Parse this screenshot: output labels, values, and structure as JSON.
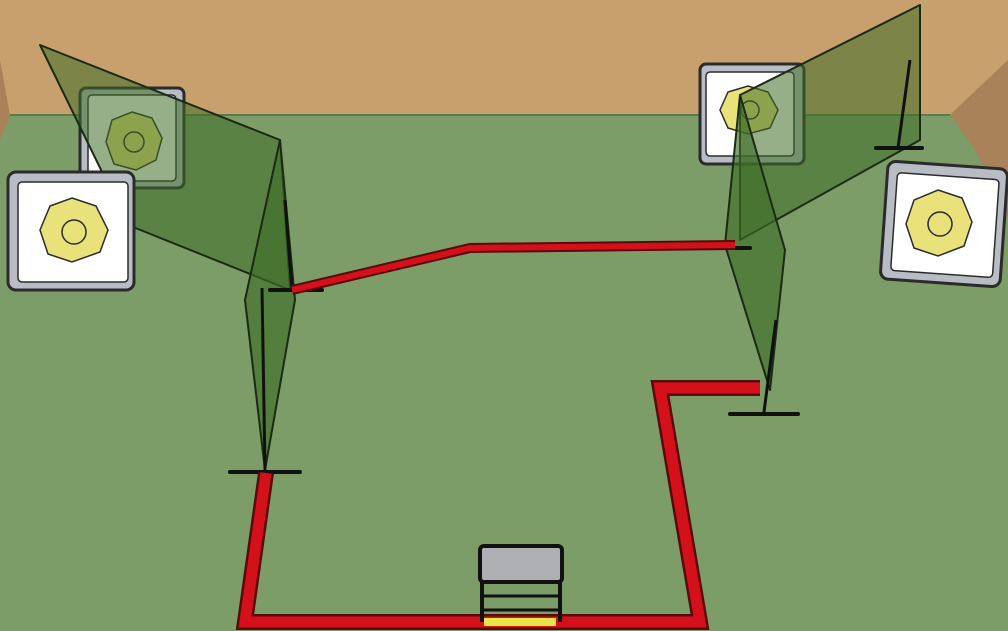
{
  "scene": {
    "colors": {
      "wall": "#c8a06e",
      "wall_shadow": "#a9825a",
      "floor": "#7c9c68",
      "floor_edge": "#5e7b4f",
      "fault_line": "#d4111a",
      "fault_line_edge": "#5a0a0a",
      "shooting_box_accent": "#e8e44a",
      "barrier_fill": "#3f6e28",
      "barrier_edge": "#1b2a12",
      "target_face": "#ffffff",
      "target_frame": "#b8bcc4",
      "target_scoring": "#e9e27a",
      "target_outline": "#2b2b2b",
      "stand_color": "#111111",
      "start_box": "#aeb0b3"
    },
    "objects": [
      "back-wall",
      "floor",
      "fault-line",
      "barrier-left",
      "barrier-right",
      "target-left-near",
      "target-left-far",
      "target-right-near",
      "target-right-far",
      "start-box"
    ]
  }
}
